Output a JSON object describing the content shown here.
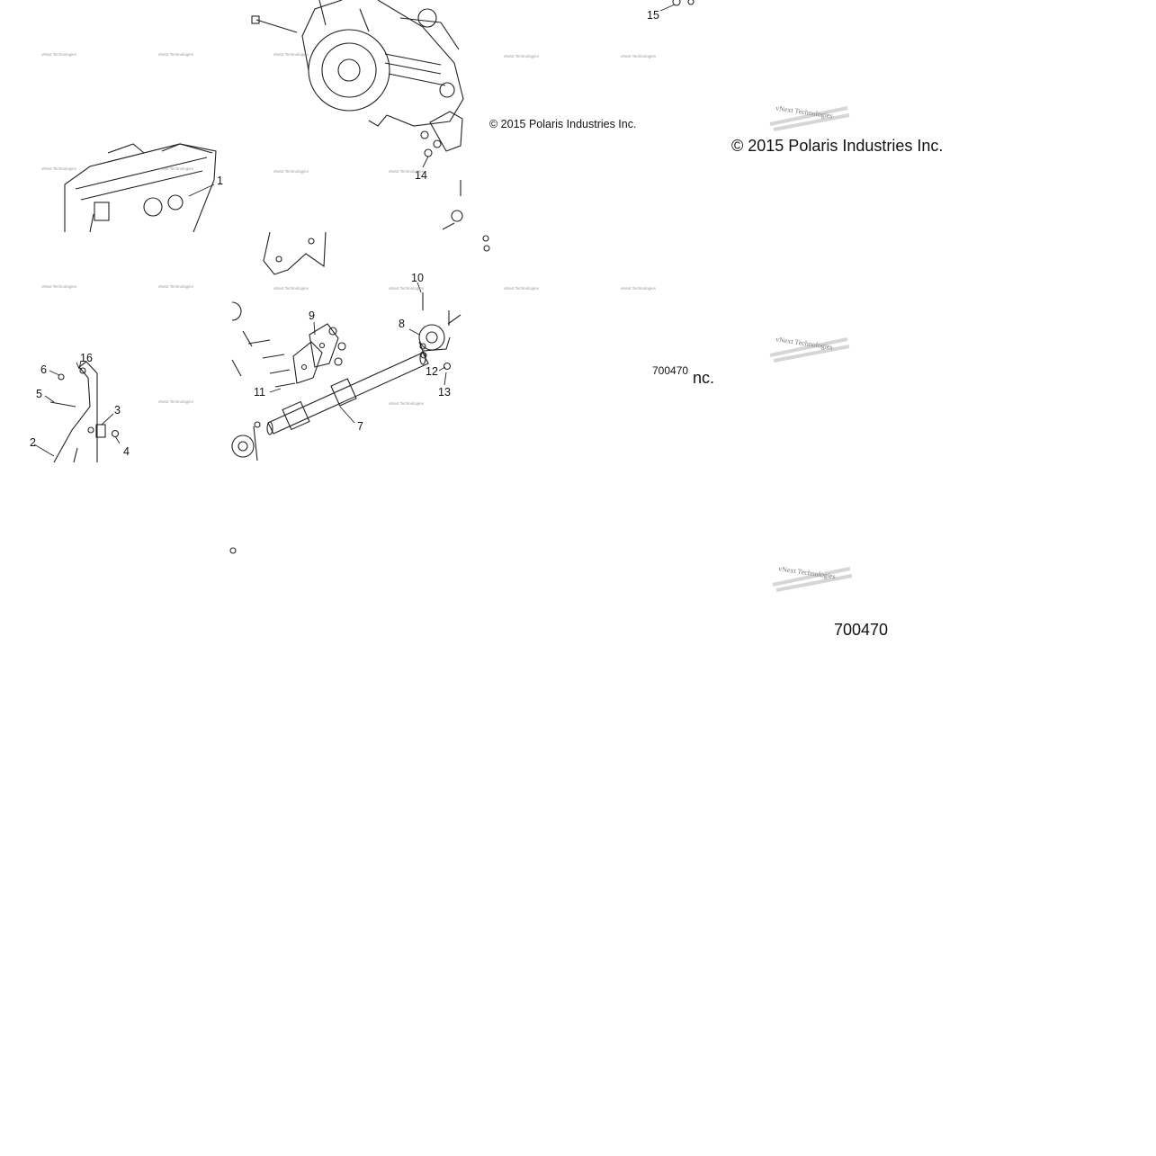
{
  "diagram": {
    "callouts": [
      {
        "id": "c1",
        "label": "1"
      },
      {
        "id": "c2",
        "label": "2"
      },
      {
        "id": "c3",
        "label": "3"
      },
      {
        "id": "c4",
        "label": "4"
      },
      {
        "id": "c5",
        "label": "5"
      },
      {
        "id": "c6",
        "label": "6"
      },
      {
        "id": "c7",
        "label": "7"
      },
      {
        "id": "c8",
        "label": "8"
      },
      {
        "id": "c9",
        "label": "9"
      },
      {
        "id": "c10",
        "label": "10"
      },
      {
        "id": "c11",
        "label": "11"
      },
      {
        "id": "c12",
        "label": "12"
      },
      {
        "id": "c13",
        "label": "13"
      },
      {
        "id": "c14",
        "label": "14"
      },
      {
        "id": "c15",
        "label": "15"
      },
      {
        "id": "c16",
        "label": "16"
      }
    ],
    "copyright_small": "© 2015 Polaris Industries Inc.",
    "copyright_large": "© 2015 Polaris Industries Inc.",
    "doc_number_small": "700470",
    "text_fragment": "nc.",
    "doc_number_large": "700470",
    "watermark_text": "vNext Technologies"
  }
}
